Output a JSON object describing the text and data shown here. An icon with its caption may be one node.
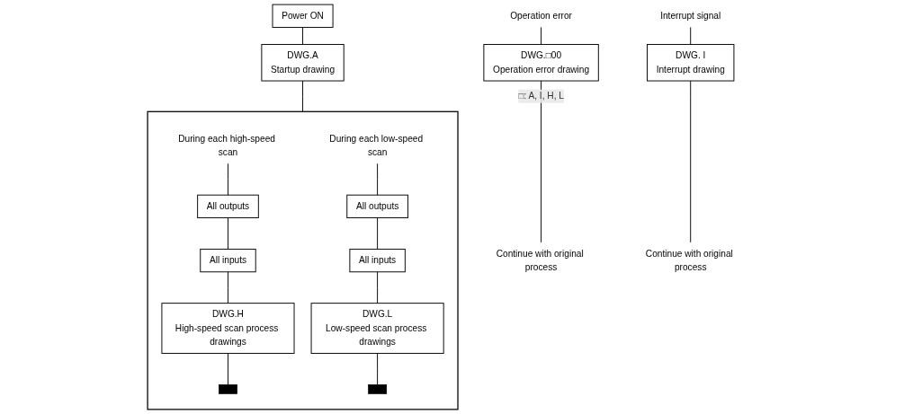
{
  "diagram": {
    "nodes": [
      {
        "text": [
          "Power ON"
        ]
      },
      {
        "text": [
          "DWG.A",
          "Startup drawing"
        ]
      },
      {
        "text": [],
        "shape": "box"
      },
      {
        "text": [
          "During each high-speed scan"
        ],
        "in": 2
      },
      {
        "text": [
          "All outputs"
        ],
        "in": 2
      },
      {
        "text": [
          "All inputs"
        ],
        "in": 2
      },
      {
        "text": [
          "DWG.H",
          "High-speed scan process drawings"
        ],
        "in": 2
      },
      {
        "text": [],
        "shape": "bar",
        "in": 2
      },
      {
        "text": [
          "During each low-speed scan"
        ],
        "in": 2
      },
      {
        "text": [
          "All outputs"
        ],
        "in": 2
      },
      {
        "text": [
          "All inputs"
        ],
        "in": 2
      },
      {
        "text": [
          "DWG.L",
          "Low-speed scan process drawings"
        ],
        "in": 2
      },
      {
        "text": [],
        "shape": "bar",
        "in": 2
      },
      {
        "text": [
          "Operation error"
        ]
      },
      {
        "text": [
          "DWG.□00",
          "Operation error drawing"
        ]
      },
      {
        "text": [
          "Continue with original process"
        ]
      },
      {
        "text": [
          "Interrupt signal"
        ]
      },
      {
        "text": [
          "DWG. I",
          "Interrupt drawing"
        ]
      },
      {
        "text": [
          "Continue with original process"
        ]
      }
    ],
    "edges": [
      {
        "from": 0,
        "to": 1,
        "arrow": "none"
      },
      {
        "from": 1,
        "to": 2,
        "arrow": "none"
      },
      {
        "from": 3,
        "to": 4,
        "arrow": "none"
      },
      {
        "from": 4,
        "to": 5,
        "arrow": "none"
      },
      {
        "from": 5,
        "to": 6,
        "arrow": "none"
      },
      {
        "from": 6,
        "to": 7,
        "arrow": "none"
      },
      {
        "from": 8,
        "to": 9,
        "arrow": "none"
      },
      {
        "from": 9,
        "to": 10,
        "arrow": "none"
      },
      {
        "from": 10,
        "to": 11,
        "arrow": "none"
      },
      {
        "from": 11,
        "to": 12,
        "arrow": "none"
      },
      {
        "from": 13,
        "to": 14,
        "arrow": "none"
      },
      {
        "from": 14,
        "to": 15,
        "label": "□: A, I, H, L",
        "arrow": "none"
      },
      {
        "from": 16,
        "to": 17,
        "arrow": "none"
      },
      {
        "from": 17,
        "to": 18,
        "arrow": "none"
      }
    ]
  }
}
